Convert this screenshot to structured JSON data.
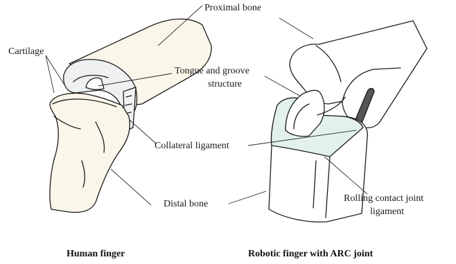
{
  "labels": {
    "cartilage": "Cartilage",
    "proximal_bone": "Proximal bone",
    "tongue_groove_1": "Tongue and groove",
    "tongue_groove_2": "structure",
    "collateral_ligament": "Collateral ligament",
    "distal_bone": "Distal bone",
    "rolling_contact_1": "Rolling contact joint",
    "rolling_contact_2": "ligament"
  },
  "captions": {
    "human": "Human finger",
    "robotic": "Robotic finger with ARC joint"
  },
  "colors": {
    "bone_fill": "#fbf6ea",
    "cartilage_fill": "#eef0f2",
    "robot_fill": "#ffffff",
    "contact_surface_fill": "#e3f1ee",
    "outline": "#1c1c1c"
  }
}
